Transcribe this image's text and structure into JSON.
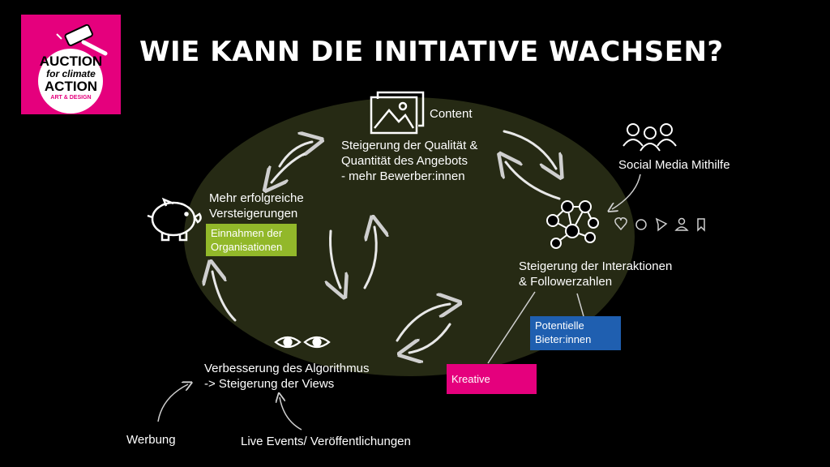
{
  "title": "WIE KANN DIE INITIATIVE WACHSEN?",
  "logo": {
    "line1": "AUCTION",
    "line2": "for climate",
    "line3": "ACTION",
    "line4": "ART & DESIGN"
  },
  "nodes": {
    "content_label": "Content",
    "quality_line1": "Steigerung der Qualität &",
    "quality_line2": "Quantität des Angebots",
    "quality_line3": "- mehr Bewerber:innen",
    "social_media": "Social Media Mithilfe",
    "interaction_line1": "Steigerung der Interaktionen",
    "interaction_line2": "& Followerzahlen",
    "auctions_line1": "Mehr erfolgreiche",
    "auctions_line2": "Versteigerungen",
    "algo_line1": "Verbesserung des Algorithmus",
    "algo_line2": "-> Steigerung der Views",
    "werbung": "Werbung",
    "live_events": "Live Events/ Veröffentlichungen"
  },
  "boxes": {
    "einnahmen_line1": "Einnahmen der",
    "einnahmen_line2": "Organisationen",
    "bieter_line1": "Potentielle",
    "bieter_line2": "Bieter:innen",
    "kreative": "Kreative"
  },
  "colors": {
    "background": "#000000",
    "ellipse": "#262a14",
    "logo": "#e5007d",
    "einnahmen_box": "#92b82a",
    "bieter_box": "#1f5fb0",
    "kreative_box": "#e5007d"
  }
}
